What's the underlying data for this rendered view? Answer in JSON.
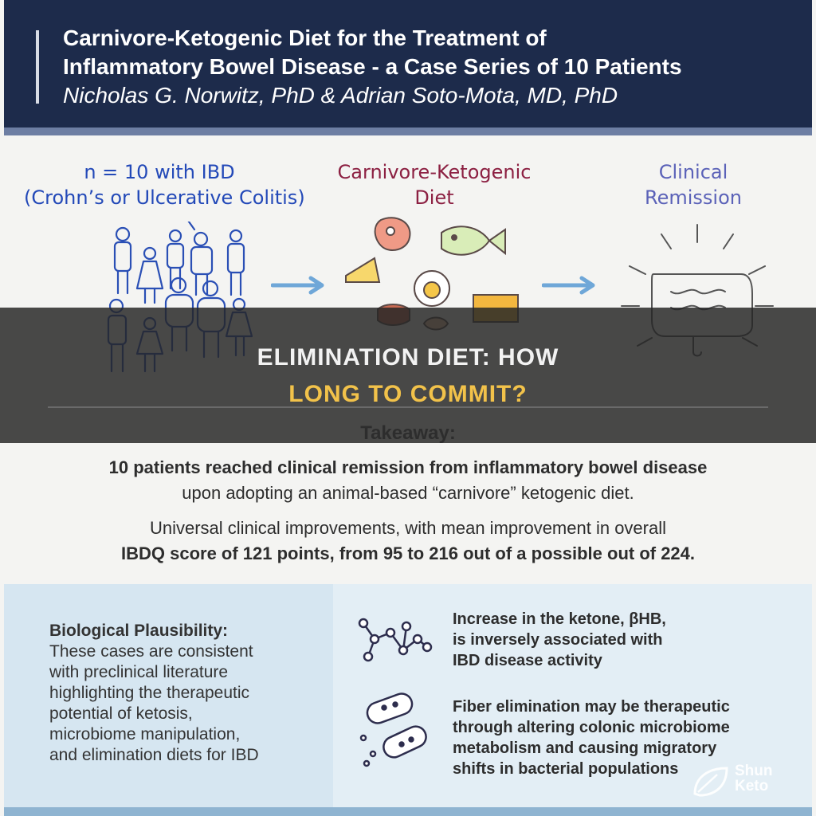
{
  "banner": {
    "title_line1": "Carnivore-Ketogenic Diet for the Treatment of",
    "title_line2": "Inflammatory Bowel Disease - a Case Series of 10 Patients",
    "authors": "Nicholas G. Norwitz, PhD & Adrian Soto-Mota, MD, PhD"
  },
  "flow": {
    "left_line1": "n = 10 with IBD",
    "left_line2": "(Crohn’s or Ulcerative Colitis)",
    "middle_line1": "Carnivore-Ketogenic",
    "middle_line2": "Diet",
    "right_line1": "Clinical",
    "right_line2": "Remission"
  },
  "overlay": {
    "line1": "ELIMINATION DIET: HOW",
    "line2": "LONG TO COMMIT?"
  },
  "takeaway": {
    "heading": "Takeaway:",
    "p1_line1": "10 patients reached clinical remission from inflammatory bowel disease",
    "p1_line2": "upon adopting an animal-based “carnivore” ketogenic diet.",
    "p2_line1": "Universal clinical improvements, with mean improvement in overall",
    "p2_line2": "IBDQ score of 121 points, from 95 to 216 out of a possible out of 224."
  },
  "plausibility": {
    "heading": "Biological Plausibility:",
    "lines": [
      "These cases are consistent",
      "with preclinical literature",
      "highlighting the therapeutic",
      "potential of ketosis,",
      "microbiome manipulation,",
      "and elimination diets for IBD"
    ]
  },
  "findings": {
    "ketone_lines": [
      "Increase in the ketone, βHB,",
      "is inversely associated with",
      "IBD disease activity"
    ],
    "fiber_lines": [
      "Fiber elimination may be therapeutic",
      "through altering colonic microbiome",
      "metabolism and causing migratory",
      "shifts in bacterial populations"
    ]
  },
  "watermark": {
    "line1": "Shun",
    "line2": "Keto"
  },
  "colors": {
    "banner": "#1d2b4b",
    "hand_blue": "#2349b8",
    "hand_red": "#8c2042",
    "hand_purple": "#5b62b8",
    "overlay_accent": "#f2c24a",
    "panel_left": "#d6e6f1",
    "panel_right": "#e3eef5"
  }
}
